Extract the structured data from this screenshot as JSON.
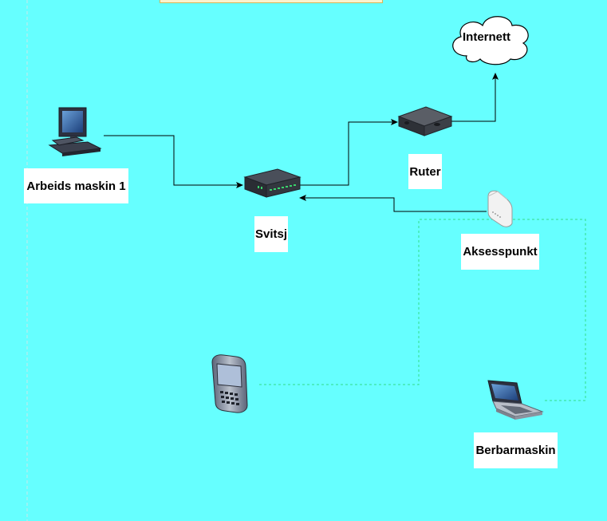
{
  "diagram": {
    "nodes": {
      "internet": {
        "label": "Internett",
        "icon": "cloud-icon"
      },
      "workstation": {
        "label": "Arbeids maskin 1",
        "icon": "desktop-computer-icon"
      },
      "switch": {
        "label": "Svitsj",
        "icon": "network-switch-icon"
      },
      "router": {
        "label": "Ruter",
        "icon": "router-icon"
      },
      "access_point": {
        "label": "Aksesspunkt",
        "icon": "access-point-icon"
      },
      "smartphone": {
        "icon": "smartphone-icon"
      },
      "laptop": {
        "label": "Berbarmaskin",
        "icon": "laptop-icon"
      }
    },
    "edges": [
      {
        "from": "workstation",
        "to": "switch",
        "style": "solid"
      },
      {
        "from": "switch",
        "to": "router",
        "style": "solid"
      },
      {
        "from": "router",
        "to": "internet",
        "style": "solid"
      },
      {
        "from": "access_point",
        "to": "switch",
        "style": "solid"
      },
      {
        "from": "access_point",
        "to": "smartphone",
        "style": "dashed"
      },
      {
        "from": "access_point",
        "to": "laptop",
        "style": "dashed"
      }
    ],
    "colors": {
      "background": "#66ffff",
      "edge": "#000000",
      "wireless_edge": "#33dd88",
      "label_bg": "#ffffff"
    }
  }
}
